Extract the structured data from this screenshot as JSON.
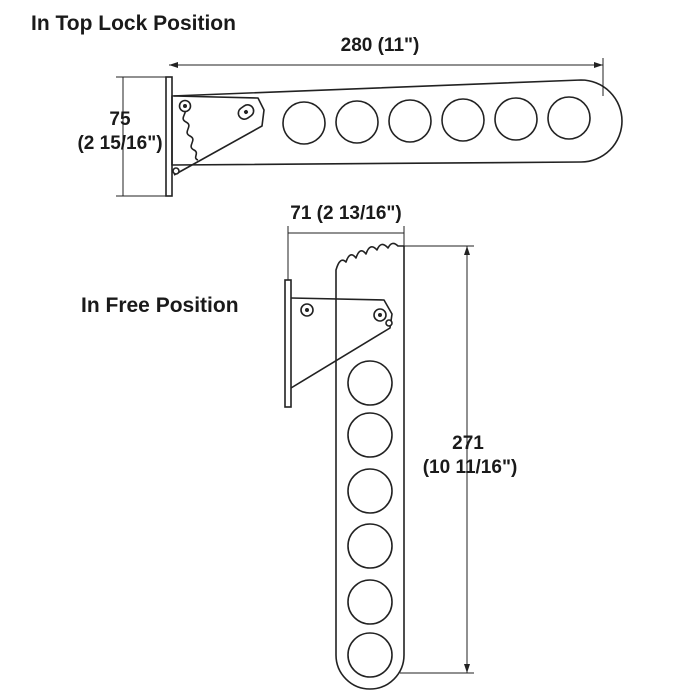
{
  "headings": {
    "top_lock": "In Top Lock Position",
    "free": "In Free Position"
  },
  "dimensions": {
    "top_length": "280 (11\")",
    "top_height_mm": "75",
    "top_height_in": "(2 15/16\")",
    "free_width": "71 (2 13/16\")",
    "free_length_mm": "271",
    "free_length_in": "(10 11/16\")"
  },
  "colors": {
    "ink": "#222222",
    "background": "#ffffff"
  },
  "hole_count": 6
}
